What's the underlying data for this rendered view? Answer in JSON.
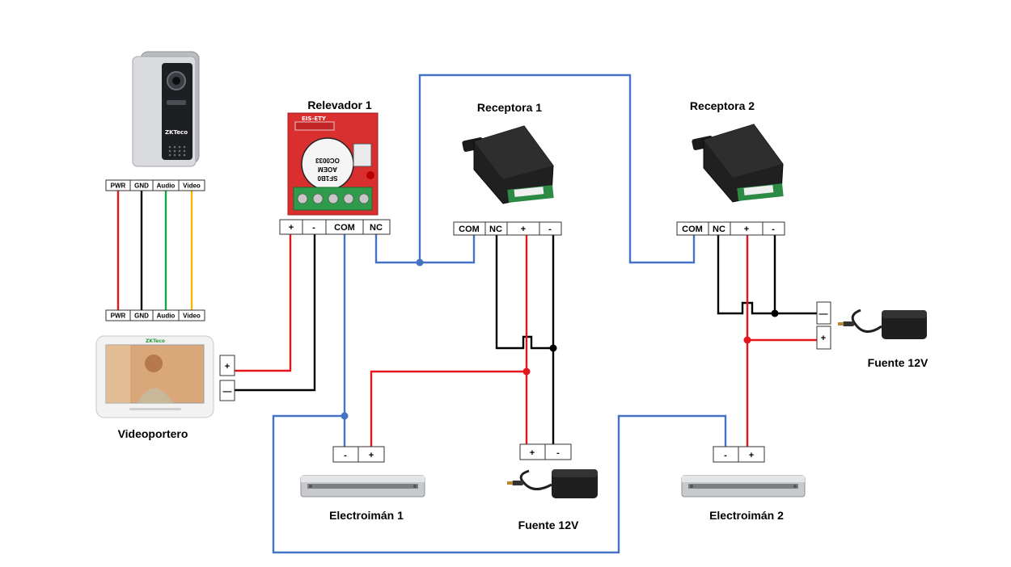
{
  "components": {
    "doorbell": {
      "brand": "ZKTeco"
    },
    "relay": {
      "title": "Relevador 1",
      "pcb_text": [
        "EIS-ETY",
        "OC0033",
        "AOEM",
        "SF1B0"
      ]
    },
    "receiver1": {
      "title": "Receptora 1"
    },
    "receiver2": {
      "title": "Receptora 2"
    },
    "monitor": {
      "title": "Videoportero",
      "brand": "ZKTeco"
    },
    "magnet1": {
      "title": "Electroimán 1"
    },
    "magnet2": {
      "title": "Electroimán 2"
    },
    "psu_bottom": {
      "title": "Fuente 12V"
    },
    "psu_right": {
      "title": "Fuente 12V"
    }
  },
  "terminals": {
    "doorbell_top": [
      "PWR",
      "GND",
      "Audio",
      "Video"
    ],
    "doorbell_bottom": [
      "PWR",
      "GND",
      "Audio",
      "Video"
    ],
    "relay": [
      "+",
      "-",
      "COM",
      "NC"
    ],
    "receiver1": [
      "COM",
      "NC",
      "+",
      "-"
    ],
    "receiver2": [
      "COM",
      "NC",
      "+",
      "-"
    ],
    "monitor": [
      "+",
      "—"
    ],
    "magnet1": [
      "-",
      "+"
    ],
    "magnet2": [
      "-",
      "+"
    ],
    "psu_bottom": [
      "+",
      "-"
    ],
    "psu_right": [
      "—",
      "+"
    ]
  },
  "colors": {
    "positive": "#e8141b",
    "negative": "#000000",
    "link": "#4472c4",
    "audio": "#13a84d",
    "video": "#f5b800"
  }
}
